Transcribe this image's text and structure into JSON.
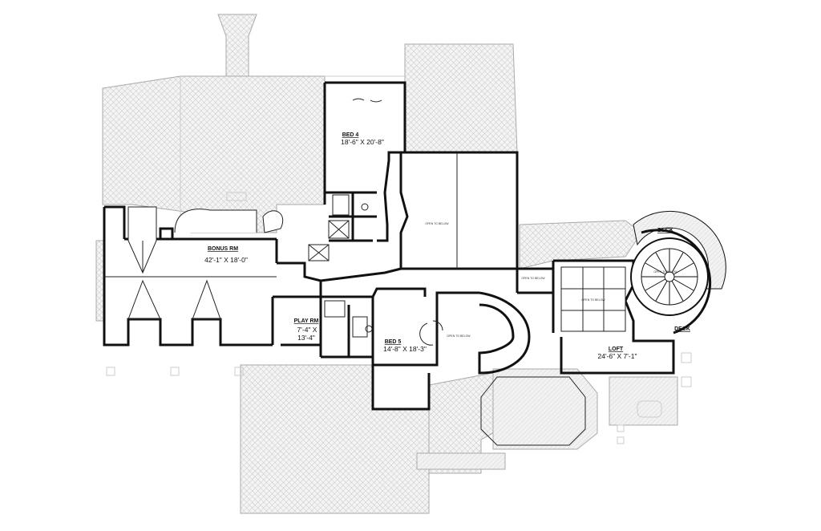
{
  "rooms": {
    "bonus": {
      "name": "BONUS RM",
      "dims": "42'-1\" X 18'-0\""
    },
    "bed4": {
      "name": "BED 4",
      "dims": "18'-6\" X 20'-8\""
    },
    "bed5": {
      "name": "BED 5",
      "dims": "14'-8\" X 18'-3\""
    },
    "play": {
      "name": "PLAY RM",
      "dims1": "7'-4\" X",
      "dims2": "13'-4\""
    },
    "loft": {
      "name": "LOFT",
      "dims": "24'-6\" X 7'-1\""
    },
    "deck_top": {
      "name": "DECK"
    },
    "deck_side": {
      "name": "DECK"
    }
  },
  "small_text": {
    "open_to_below": "OPEN TO BELOW"
  },
  "colors": {
    "wall": "#111111",
    "hatch": "#b8b8b8",
    "below_fill": "#eeeeee"
  }
}
